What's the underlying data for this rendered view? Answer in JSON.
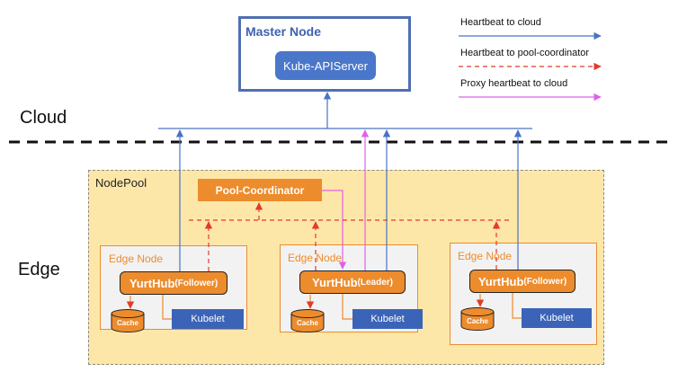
{
  "master_node": {
    "title": "Master Node",
    "api_server": "Kube-APIServer"
  },
  "zones": {
    "cloud": "Cloud",
    "edge": "Edge"
  },
  "node_pool": {
    "label": "NodePool",
    "coordinator": "Pool-Coordinator"
  },
  "edge_nodes": [
    {
      "label": "Edge Node",
      "yurthub": "YurtHub",
      "role": "(Follower)",
      "cache": "Cache",
      "kubelet": "Kubelet"
    },
    {
      "label": "Edge Node",
      "yurthub": "YurtHub",
      "role": "(Leader)",
      "cache": "Cache",
      "kubelet": "Kubelet"
    },
    {
      "label": "Edge Node",
      "yurthub": "YurtHub",
      "role": "(Follower)",
      "cache": "Cache",
      "kubelet": "Kubelet"
    }
  ],
  "legend": [
    {
      "label": "Heartbeat to cloud",
      "color": "#4a73c7",
      "style": "solid"
    },
    {
      "label": "Heartbeat to pool-coordinator",
      "color": "#e23b2a",
      "style": "dashed"
    },
    {
      "label": "Proxy heartbeat to cloud",
      "color": "#e060e8",
      "style": "solid"
    }
  ]
}
